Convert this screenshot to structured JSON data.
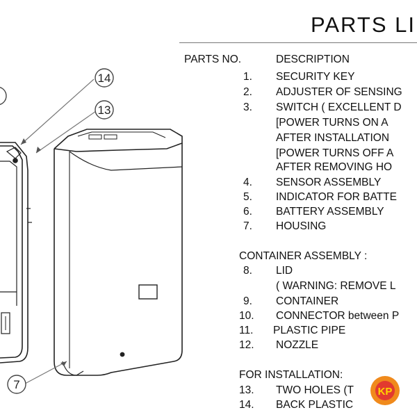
{
  "title": "PARTS  LI",
  "headers": {
    "parts_no": "PARTS NO.",
    "description": "DESCRIPTION"
  },
  "items": [
    {
      "num": "1.",
      "text": "SECURITY KEY"
    },
    {
      "num": "2.",
      "text": "ADJUSTER OF  SENSING"
    },
    {
      "num": "3.",
      "text": "SWITCH (  EXCELLENT D"
    },
    {
      "num": "",
      "text": "[POWER TURNS ON A"
    },
    {
      "num": "",
      "text": "AFTER INSTALLATION"
    },
    {
      "num": "",
      "text": "[POWER TURNS OFF A"
    },
    {
      "num": "",
      "text": "AFTER REMOVING  HO"
    },
    {
      "num": "4.",
      "text": "SENSOR ASSEMBLY"
    },
    {
      "num": "5.",
      "text": "INDICATOR FOR BATTE"
    },
    {
      "num": "6.",
      "text": "BATTERY ASSEMBLY"
    },
    {
      "num": "7.",
      "text": "HOUSING"
    }
  ],
  "container_header": "CONTAINER ASSEMBLY :",
  "container_items": [
    {
      "num": "8.",
      "text": "LID"
    },
    {
      "num": "",
      "text": "(  WARNING: REMOVE  L"
    },
    {
      "num": "9.",
      "text": "CONTAINER"
    },
    {
      "num": "10.",
      "text": "CONNECTOR between  P"
    },
    {
      "num": "11.",
      "text": "PLASTIC  PIPE"
    },
    {
      "num": "12.",
      "text": "NOZZLE"
    }
  ],
  "install_header": "FOR  INSTALLATION:",
  "install_items": [
    {
      "num": "13.",
      "text": "TWO HOLES  (T"
    },
    {
      "num": "14.",
      "text": "BACK PLASTIC"
    }
  ],
  "callouts": {
    "c14": "14",
    "c13": "13",
    "c7": "7"
  },
  "logo_text": "KP",
  "colors": {
    "logo_outer": "#f08a1c",
    "logo_inner": "#e23a2f",
    "logo_text": "#ffd400"
  }
}
